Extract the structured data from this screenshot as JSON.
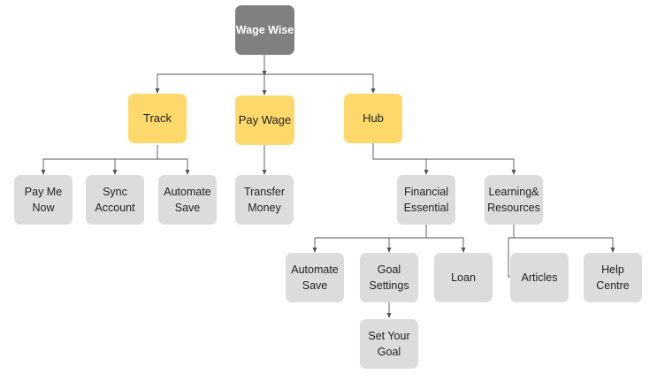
{
  "diagram": {
    "root": {
      "label": "Wage Wise"
    },
    "track": {
      "label": "Track",
      "children": {
        "pay_me_now": "Pay Me\nNow",
        "sync_account": "Sync\nAccount",
        "automate_save": "Automate\nSave"
      }
    },
    "pay_wage": {
      "label": "Pay Wage",
      "children": {
        "transfer_money": "Transfer\nMoney"
      }
    },
    "hub": {
      "label": "Hub",
      "children": {
        "financial_essential": {
          "label": "Financial\nEssential",
          "children": {
            "automate_save": "Automate\nSave",
            "goal_settings": {
              "label": "Goal\nSettings",
              "children": {
                "set_your_goal": "Set Your\nGoal"
              }
            },
            "loan": "Loan"
          }
        },
        "learning_resources": {
          "label": "Learning&\nResources",
          "children": {
            "articles": "Articles",
            "help_centre": "Help\nCentre"
          }
        }
      }
    }
  },
  "colors": {
    "root": "#808080",
    "level1": "#fcd96a",
    "leaf": "#dcdcdc",
    "connector": "#555555"
  }
}
